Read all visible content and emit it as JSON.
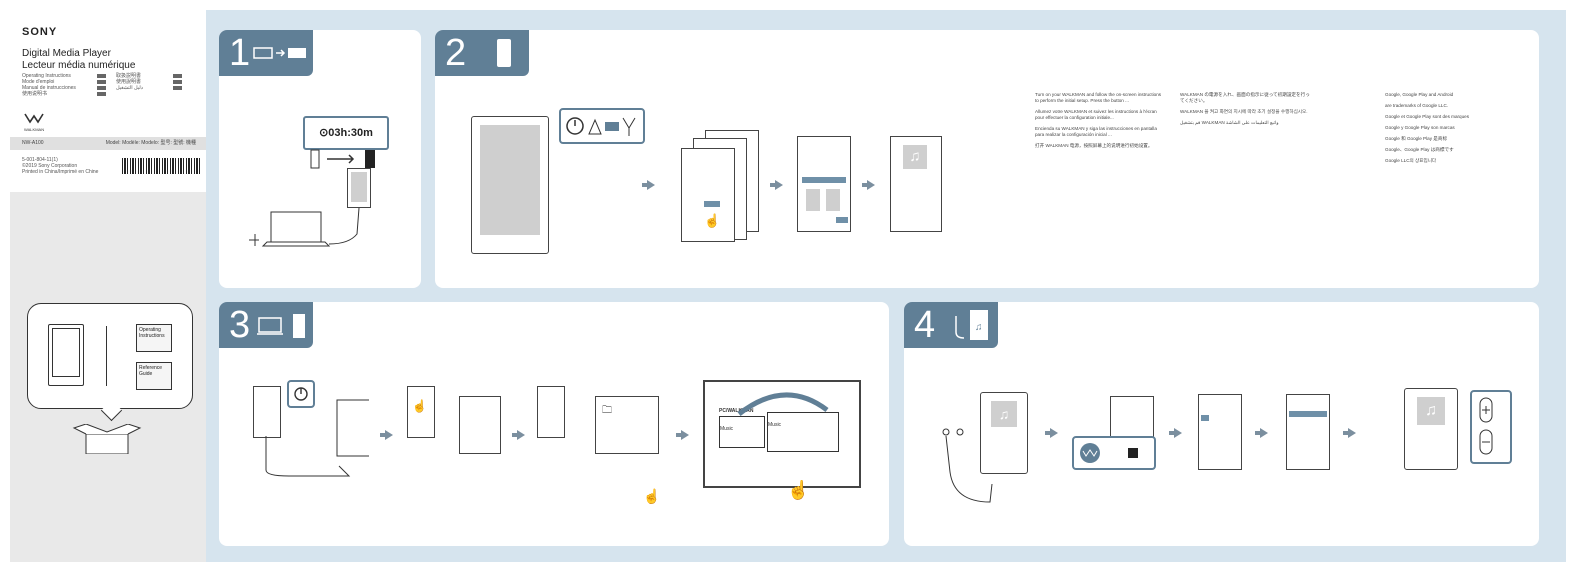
{
  "brand": "SONY",
  "product_title": [
    "Digital Media Player",
    "Lecteur média numérique"
  ],
  "languages": [
    {
      "name": "Operating Instructions",
      "tag": "GB"
    },
    {
      "name": "Mode d'emploi",
      "tag": "FR"
    },
    {
      "name": "Manual de instrucciones",
      "tag": "ES"
    },
    {
      "name": "使用说明书",
      "tag": "CS"
    }
  ],
  "languages_right": [
    {
      "name": "取扱説明書",
      "tag": "JP"
    },
    {
      "name": "使用說明書",
      "tag": "CT"
    },
    {
      "name": "دليل التشغيل",
      "tag": "AR"
    }
  ],
  "walkman_logo": "WALKMAN",
  "model_left": "NW-A100",
  "model_right": "Model: Modèle: Modelo: 型号: 型號: 機種",
  "codes": [
    "5-001-804-11(1)",
    "©2019 Sony Corporation",
    "Printed in China/Imprimé en Chine"
  ],
  "box_docs": [
    "Operating Instructions",
    "Reference Guide"
  ],
  "step1": {
    "number": "1",
    "time": "03h:30m"
  },
  "step2": {
    "number": "2"
  },
  "step3": {
    "number": "3",
    "window_label": "PC/WALKMAN",
    "left_pane": "Music",
    "right_pane": "Music"
  },
  "step4": {
    "number": "4"
  },
  "text_columns": [
    [
      "Turn on your WALKMAN and follow the on-screen instructions to perform the initial setup. Press the button ...",
      "Allumez votre WALKMAN et suivez les instructions à l'écran pour effectuer la configuration initiale...",
      "Encienda su WALKMAN y siga las instrucciones en pantalla para realizar la configuración inicial ...",
      "打开 WALKMAN 电源，按照屏幕上的说明进行初始设置。"
    ],
    [
      "WALKMAN の電源を入れ、画面の指示に従って初期設定を行ってください。",
      "WALKMAN 을 켜고 화면의 지시에 따라 초기 설정을 수행하십시오.",
      "قم بتشغيل WALKMAN واتبع التعليمات على الشاشة"
    ],
    [
      "Google, Google Play and Android",
      "are trademarks of Google LLC.",
      "Google et Google Play sont des marques",
      "Google y Google Play son marcas",
      "Google 和 Google Play 是商标",
      "Google、Google Play は商標です",
      "Google LLC의 상표입니다"
    ]
  ]
}
